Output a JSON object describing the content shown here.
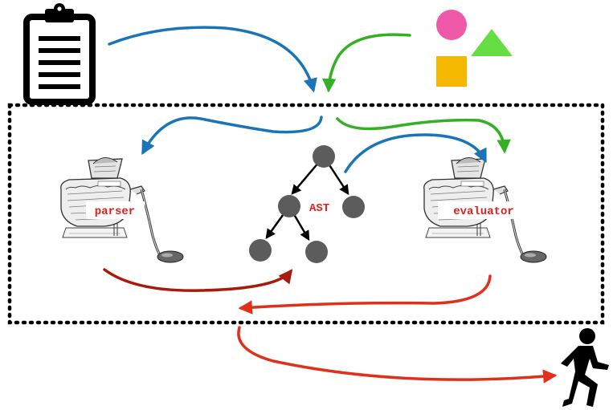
{
  "labels": {
    "parser": "parser",
    "ast": "AST",
    "evaluator": "evaluator"
  },
  "colors": {
    "label_text": "#e0201a",
    "blue_arrow": "#1a74b8",
    "green_arrow": "#33b024",
    "darkred_arrow": "#a81a0d",
    "red_arrow": "#e0301a",
    "circle_pink": "#ee5aa8",
    "triangle_green": "#66dd44",
    "square_orange": "#f5b800",
    "ast_node": "#5c5c5c",
    "border": "#000000"
  },
  "icons": [
    "clipboard-icon",
    "shapes-icon",
    "meat-grinder-icon",
    "runner-icon"
  ]
}
